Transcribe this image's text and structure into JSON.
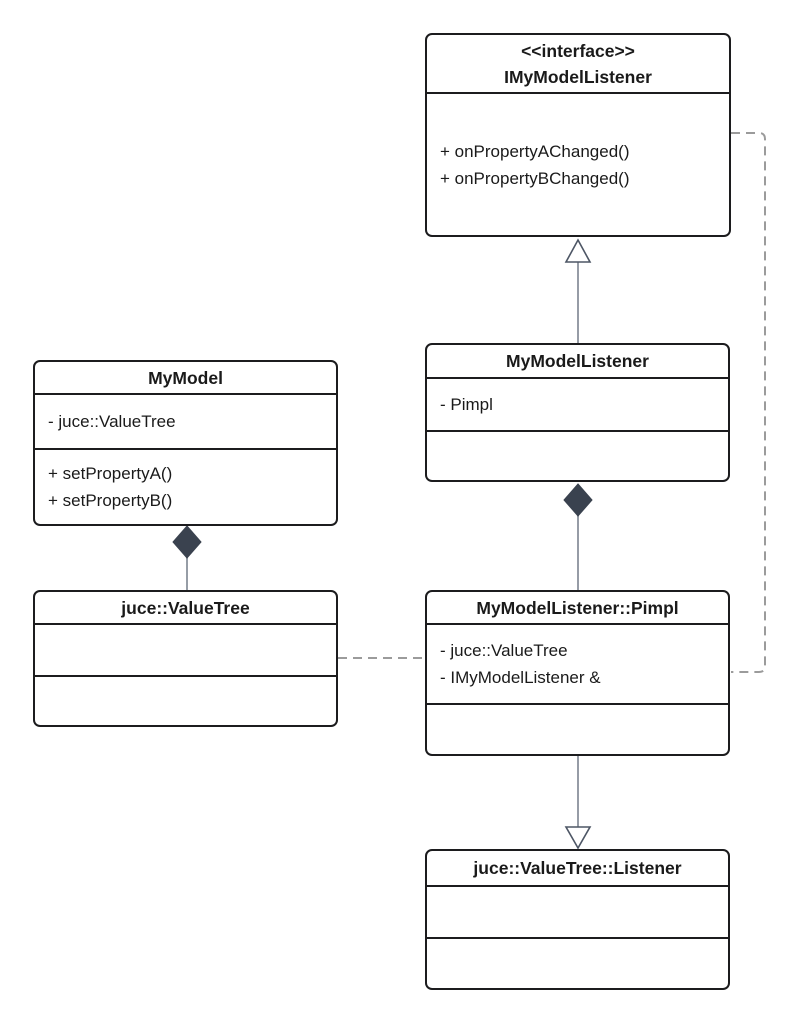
{
  "colors": {
    "box_border": "#1c1c1e",
    "box_fill": "#ffffff",
    "text": "#1a1a1a",
    "line": "#8b929c",
    "dashed_line": "#9b9b9b",
    "diamond_fill": "#3a424f",
    "triangle_stroke": "#4d5665",
    "background": "#ffffff"
  },
  "classes": {
    "interface_listener": {
      "stereotype": "<<interface>>",
      "name": "IMyModelListener",
      "members": [
        "+ onPropertyAChanged()",
        "+ onPropertyBChanged()"
      ]
    },
    "my_model": {
      "name": "MyModel",
      "attributes": [
        "- juce::ValueTree"
      ],
      "methods": [
        "+ setPropertyA()",
        "+ setPropertyB()"
      ]
    },
    "my_model_listener": {
      "name": "MyModelListener",
      "attributes": [
        "- Pimpl"
      ]
    },
    "juce_value_tree": {
      "name": "juce::ValueTree"
    },
    "pimpl": {
      "name": "MyModelListener::Pimpl",
      "attributes": [
        "- juce::ValueTree",
        "- IMyModelListener &"
      ]
    },
    "juce_value_tree_listener": {
      "name": "juce::ValueTree::Listener"
    }
  },
  "relationships": [
    {
      "type": "realization",
      "from": "MyModelListener",
      "to": "IMyModelListener",
      "marker": "hollow-triangle",
      "line": "solid"
    },
    {
      "type": "composition",
      "owner": "MyModelListener",
      "part": "MyModelListener::Pimpl",
      "marker": "filled-diamond",
      "line": "solid"
    },
    {
      "type": "composition",
      "owner": "MyModel",
      "part": "juce::ValueTree",
      "marker": "filled-diamond",
      "line": "solid"
    },
    {
      "type": "inheritance",
      "from": "MyModelListener::Pimpl",
      "to": "juce::ValueTree::Listener",
      "marker": "hollow-triangle",
      "line": "solid"
    },
    {
      "type": "association",
      "from": "juce::ValueTree",
      "to": "MyModelListener::Pimpl",
      "marker": "none",
      "line": "dashed"
    },
    {
      "type": "association",
      "from": "MyModelListener::Pimpl",
      "to": "IMyModelListener",
      "marker": "none",
      "line": "dashed"
    }
  ]
}
